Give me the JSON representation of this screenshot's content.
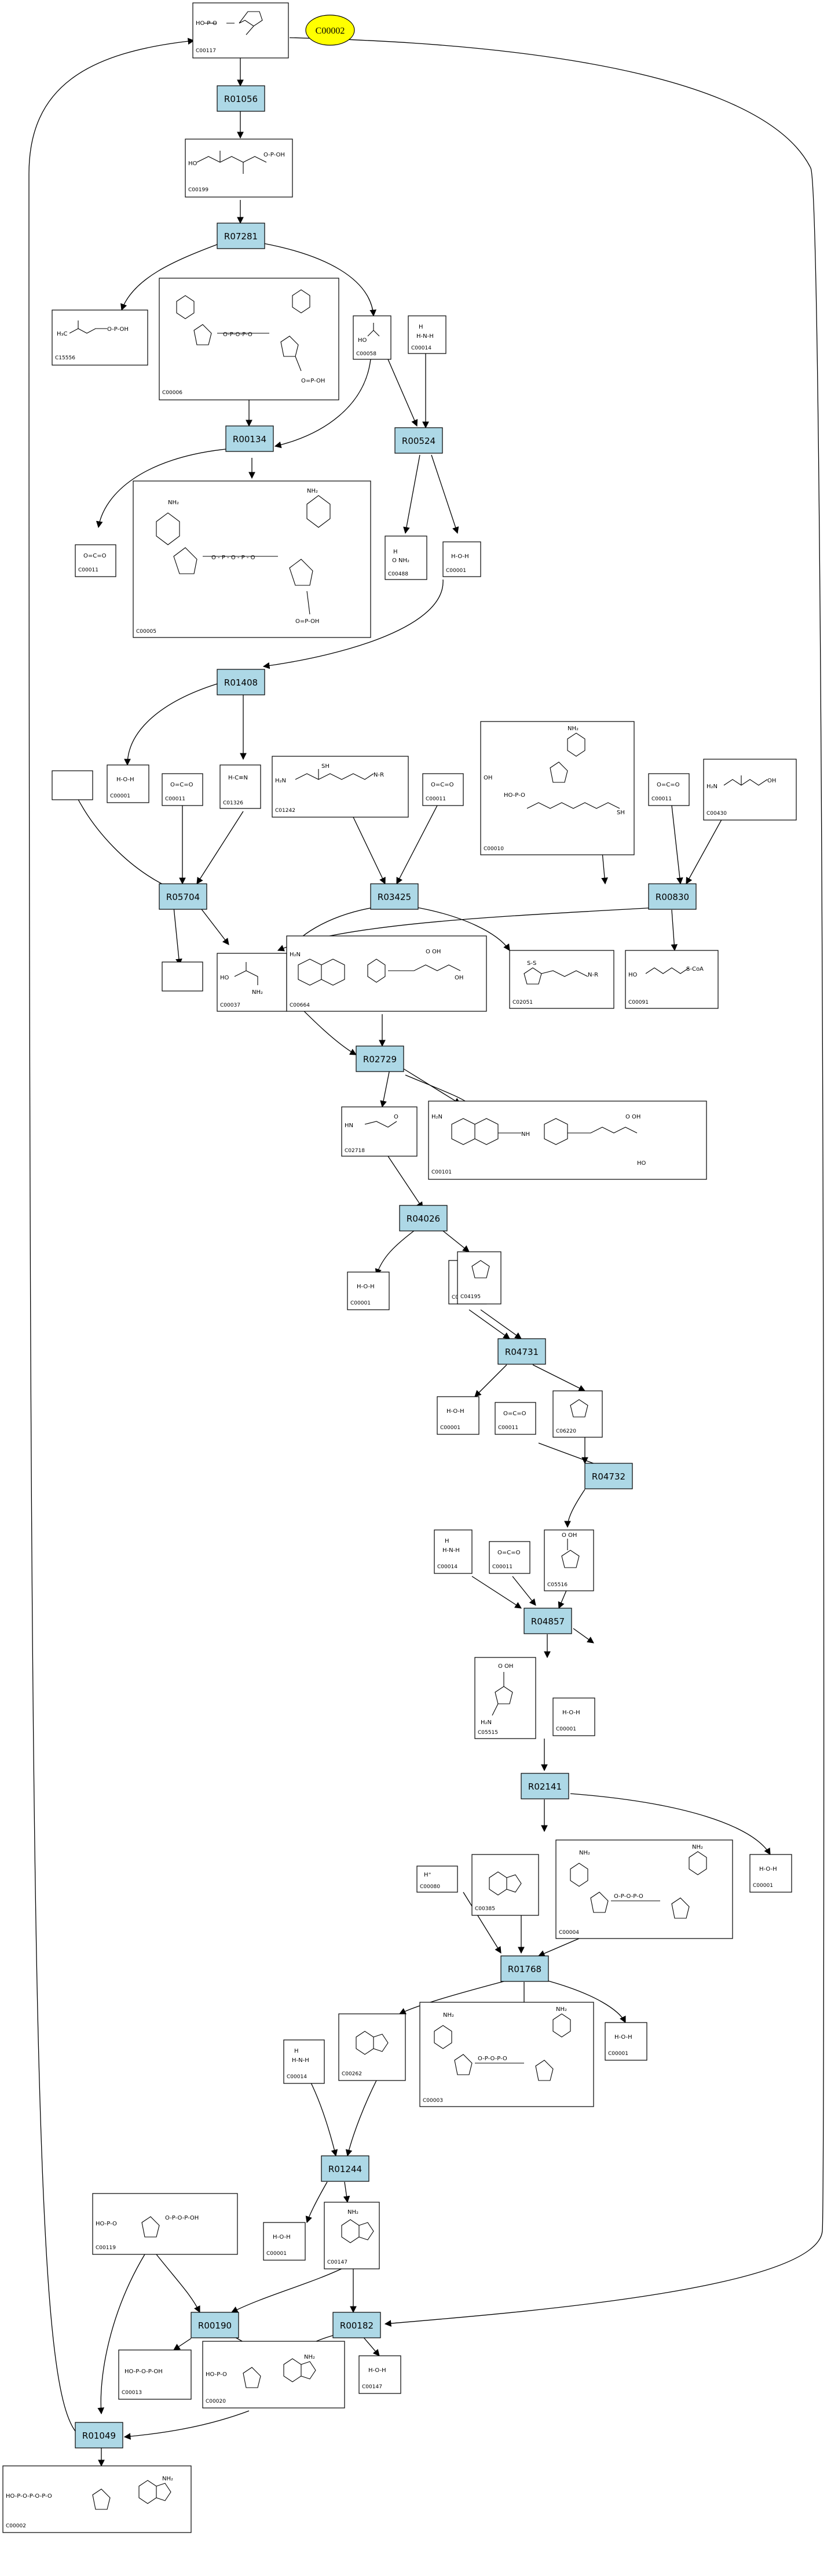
{
  "map_label": "C00002",
  "reactions": [
    {
      "id": "R01056"
    },
    {
      "id": "R07281"
    },
    {
      "id": "R00134"
    },
    {
      "id": "R00524"
    },
    {
      "id": "R01408"
    },
    {
      "id": "R05704"
    },
    {
      "id": "R03425"
    },
    {
      "id": "R00830"
    },
    {
      "id": "R02729"
    },
    {
      "id": "R04026"
    },
    {
      "id": "R04731"
    },
    {
      "id": "R04732"
    },
    {
      "id": "R04857"
    },
    {
      "id": "R02141"
    },
    {
      "id": "R01768"
    },
    {
      "id": "R01244"
    },
    {
      "id": "R00190"
    },
    {
      "id": "R00182"
    },
    {
      "id": "R01049"
    }
  ],
  "compounds": [
    {
      "id": "C00117"
    },
    {
      "id": "C00199"
    },
    {
      "id": "C15556"
    },
    {
      "id": "C00006"
    },
    {
      "id": "C00058"
    },
    {
      "id": "C00014"
    },
    {
      "id": "C00011"
    },
    {
      "id": "C00005"
    },
    {
      "id": "C00488"
    },
    {
      "id": "C00001"
    },
    {
      "id": "C00001"
    },
    {
      "id": "C00011"
    },
    {
      "id": "C01326"
    },
    {
      "id": "C01242"
    },
    {
      "id": "C00011"
    },
    {
      "id": "C00010"
    },
    {
      "id": "C00011"
    },
    {
      "id": "C00430"
    },
    {
      "id": "C00037"
    },
    {
      "id": "C00664"
    },
    {
      "id": "C02051"
    },
    {
      "id": "C00091"
    },
    {
      "id": "C02718"
    },
    {
      "id": "C00101"
    },
    {
      "id": "C00001"
    },
    {
      "id": "C00014"
    },
    {
      "id": "C04195"
    },
    {
      "id": "C00001"
    },
    {
      "id": "C00011"
    },
    {
      "id": "C06220"
    },
    {
      "id": "C00014"
    },
    {
      "id": "C00011"
    },
    {
      "id": "C05516"
    },
    {
      "id": "C05515"
    },
    {
      "id": "C00001"
    },
    {
      "id": "C00001"
    },
    {
      "id": "C00080"
    },
    {
      "id": "C00385"
    },
    {
      "id": "C00004"
    },
    {
      "id": "C00014"
    },
    {
      "id": "C00262"
    },
    {
      "id": "C00003"
    },
    {
      "id": "C00001"
    },
    {
      "id": "C00001"
    },
    {
      "id": "C00147"
    },
    {
      "id": "C00119"
    },
    {
      "id": "C00013"
    },
    {
      "id": "C00020"
    },
    {
      "id": "C00001"
    },
    {
      "id": "C00002"
    },
    {
      "id": ""
    },
    {
      "id": ""
    }
  ]
}
